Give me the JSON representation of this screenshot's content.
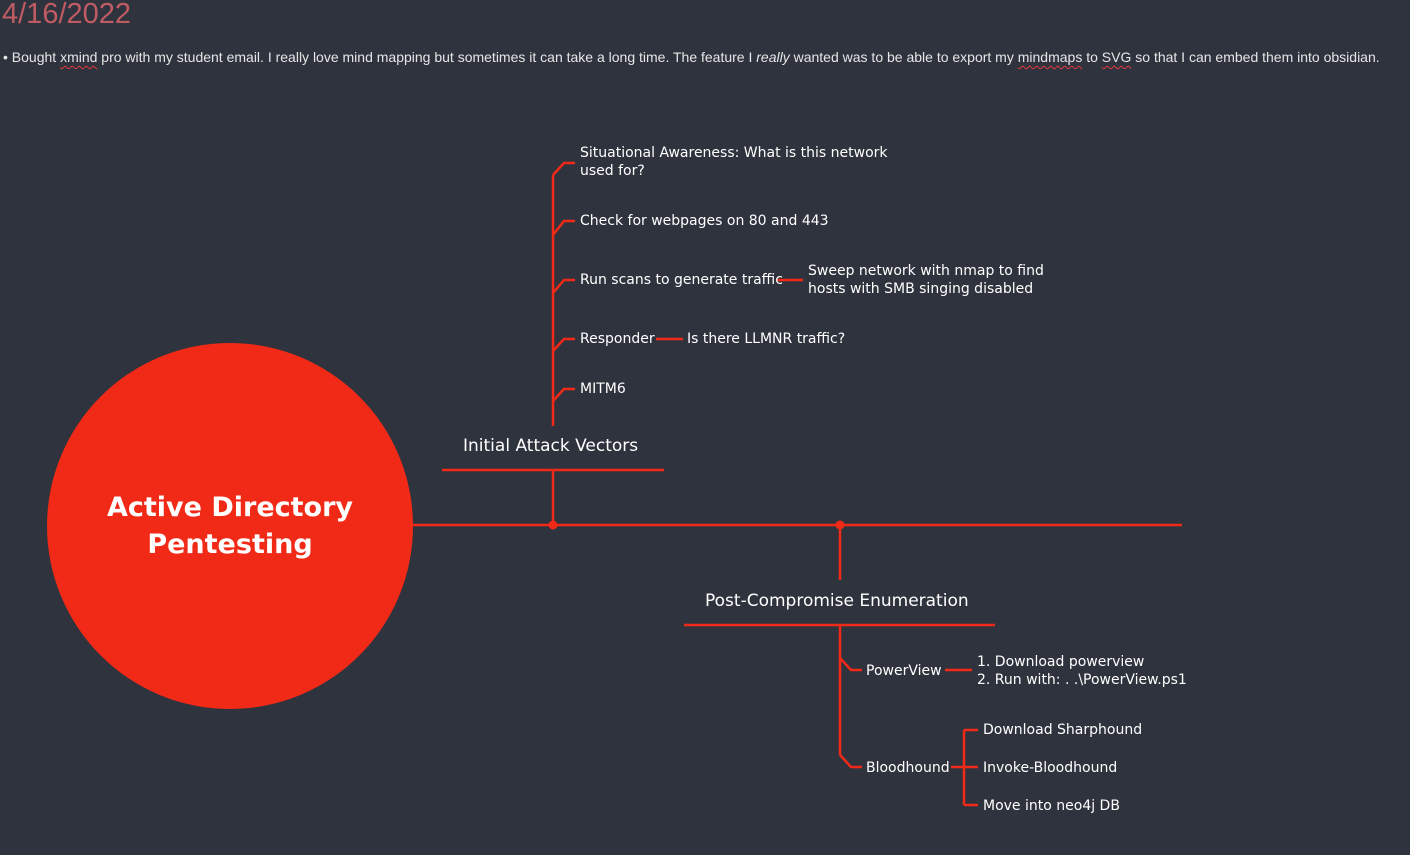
{
  "header": {
    "date": "4/16/2022",
    "note": {
      "bullet": "• ",
      "p1": "Bought ",
      "w1": "xmind",
      "p2": " pro with my student email. I really love mind mapping but sometimes it can take a long time. The feature I ",
      "emph": "really",
      "p3": " wanted was to be able to export my ",
      "w2": "mindmaps",
      "p4": " to ",
      "w3": "SVG",
      "p5": " so that I can embed them into obsidian."
    }
  },
  "mindmap": {
    "central": "Active Directory\nPentesting",
    "branch_initial": {
      "title": "Initial Attack Vectors",
      "topics": {
        "situational": "Situational Awareness: What is this network\nused for?",
        "webpages": "Check for webpages on 80 and 443",
        "scans": "Run scans to generate traffic",
        "scans_sub": "Sweep network with nmap to find\nhosts with SMB singing disabled",
        "responder": "Responder",
        "responder_sub": "Is there LLMNR traffic?",
        "mitm6": "MITM6"
      }
    },
    "branch_post": {
      "title": "Post-Compromise Enumeration",
      "topics": {
        "powerview": "PowerView",
        "powerview_sub": "1. Download powerview\n2. Run with: . .\\PowerView.ps1",
        "bloodhound": "Bloodhound",
        "bh_1": "Download Sharphound",
        "bh_2": "Invoke-Bloodhound",
        "bh_3": "Move into neo4j DB"
      }
    }
  },
  "colors": {
    "background": "#2f333e",
    "accent": "#f12a17",
    "date": "#bf5b63",
    "text": "#ffffff"
  }
}
